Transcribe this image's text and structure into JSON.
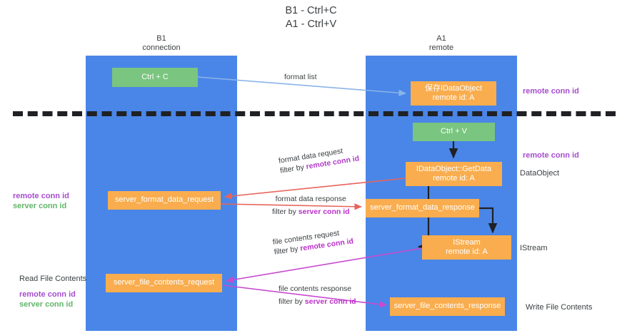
{
  "title": {
    "line1": "B1 - Ctrl+C",
    "line2": "A1 - Ctrl+V"
  },
  "lanes": [
    {
      "id": "b1",
      "name": "B1",
      "sub": "connection",
      "color": "#4a86e8"
    },
    {
      "id": "a1",
      "name": "A1",
      "sub": "remote",
      "color": "#4a86e8"
    }
  ],
  "nodes": {
    "ctrl_c": {
      "line1": "Ctrl + C",
      "line2": "",
      "color": "#7ac57f"
    },
    "idataobject": {
      "line1": "保存IDataObject",
      "line2": "remote id: A",
      "color": "#f9ad4e"
    },
    "ctrl_v": {
      "line1": "Ctrl + V",
      "line2": "",
      "color": "#7ac57f"
    },
    "getdata": {
      "line1": "IDataObject::GetData",
      "line2": "remote id: A",
      "color": "#f9ad4e"
    },
    "server_format_data_request": {
      "line1": "server_format_data_request",
      "line2": "",
      "color": "#f9ad4e"
    },
    "server_format_data_response": {
      "line1": "server_format_data_response",
      "line2": "",
      "color": "#f9ad4e"
    },
    "istream": {
      "line1": "IStream",
      "line2": "remote id: A",
      "color": "#f9ad4e"
    },
    "server_file_contents_request": {
      "line1": "server_file_contents_request",
      "line2": "",
      "color": "#f9ad4e"
    },
    "server_file_contents_response": {
      "line1": "server_file_contents_response",
      "line2": "",
      "color": "#f9ad4e"
    }
  },
  "edges": {
    "format_list": {
      "label": "format list",
      "filter": "",
      "filter_key": "",
      "color": "#8ab4e8"
    },
    "format_data_request": {
      "label": "format data request",
      "filter": "filter by ",
      "filter_key": "remote conn id",
      "color": "#e8645c"
    },
    "format_data_response": {
      "label": "format data response",
      "filter": "filter by ",
      "filter_key": "server conn id",
      "color": "#e8645c"
    },
    "file_contents_request": {
      "label": "file contents request",
      "filter": "filter by ",
      "filter_key": "remote conn id",
      "color": "#c84ad0"
    },
    "file_contents_response": {
      "label": "file contents response",
      "filter": "filter by ",
      "filter_key": "server conn id",
      "color": "#c84ad0"
    }
  },
  "annotations": {
    "right": [
      {
        "text": "remote conn id",
        "style": "purple"
      },
      {
        "text": "remote conn id",
        "style": "purple"
      },
      {
        "text": "DataObject",
        "style": "plain"
      },
      {
        "text": "IStream",
        "style": "plain"
      },
      {
        "text": "Write File Contents",
        "style": "plain"
      }
    ],
    "left_mid": [
      {
        "text": "remote conn id",
        "style": "purple"
      },
      {
        "text": "server conn id",
        "style": "green"
      }
    ],
    "left_bottom": [
      {
        "text": "Read File Contents",
        "style": "plain"
      },
      {
        "text": "remote conn id",
        "style": "purple"
      },
      {
        "text": "server conn id",
        "style": "green"
      }
    ]
  },
  "colors": {
    "lane": "#4a86e8",
    "green_node": "#7ac57f",
    "orange_node": "#f9ad4e",
    "divider": "#202124",
    "purple": "#a64dce",
    "green_text": "#63b56a",
    "red_arrow": "#e8645c",
    "magenta_arrow": "#c84ad0",
    "blue_arrow": "#8ab4e8"
  }
}
